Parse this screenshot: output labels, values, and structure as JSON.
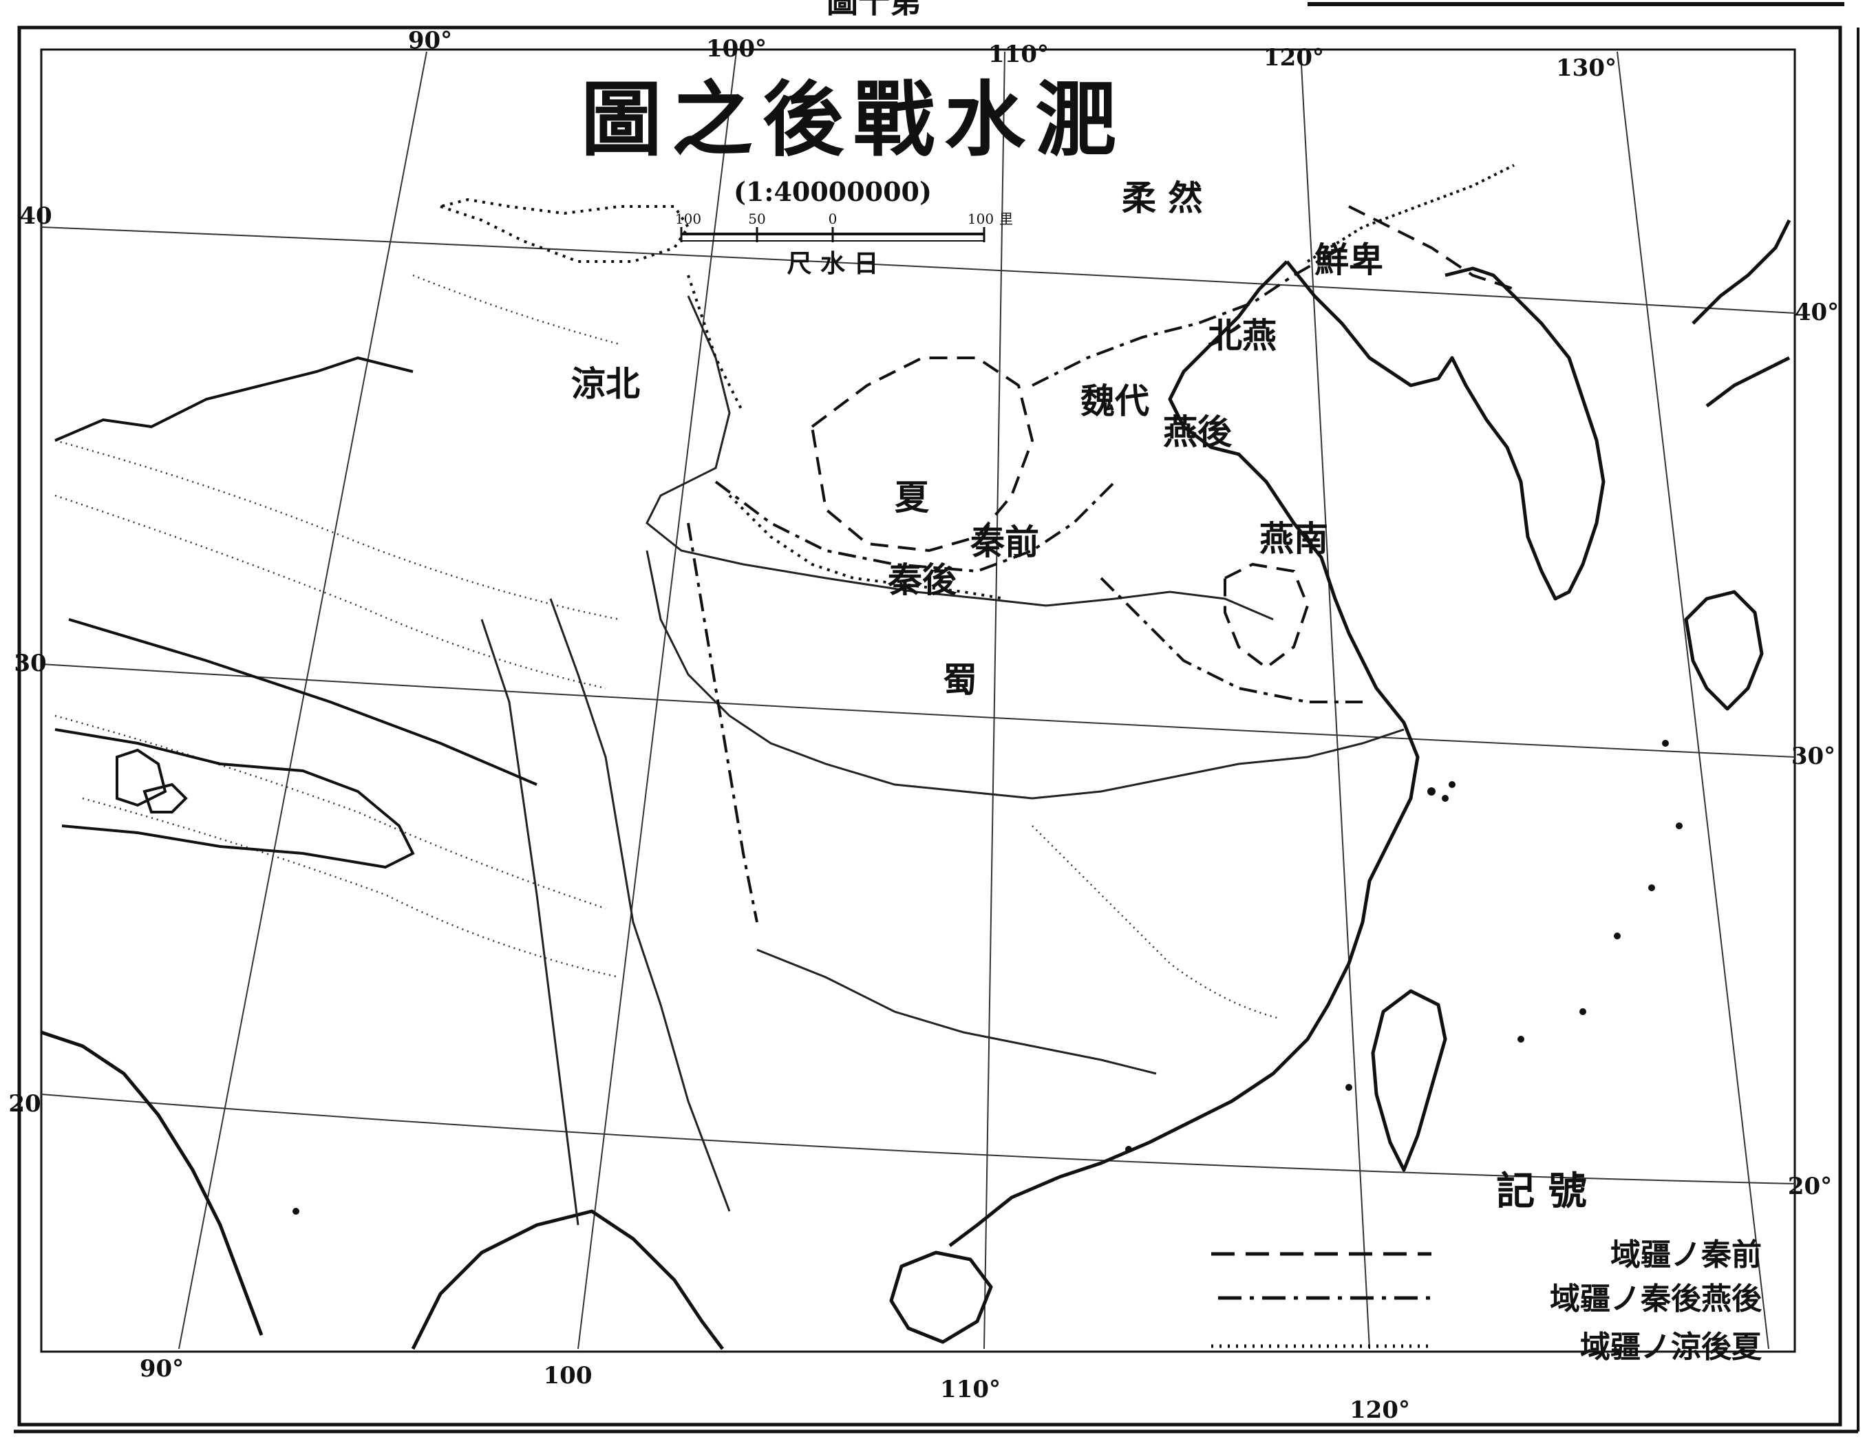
{
  "map": {
    "page_header": "圖十第",
    "title": "圖之後戰水淝",
    "scale_ratio": "(1:40000000)",
    "scale_bar": {
      "ticks": [
        "100",
        "50",
        "0",
        "100"
      ],
      "unit": "里",
      "caption": "尺 水 日"
    },
    "grid_labels": {
      "top": [
        "90°",
        "100°",
        "110°",
        "120°",
        "130°"
      ],
      "bottom": [
        "90°",
        "100",
        "110°",
        "120°"
      ],
      "left": [
        "40",
        "30",
        "20"
      ],
      "right": [
        "40°",
        "30°",
        "20°"
      ]
    },
    "state_labels": [
      {
        "name": "柔 然"
      },
      {
        "name": "鮮卑"
      },
      {
        "name": "北燕"
      },
      {
        "name": "涼北"
      },
      {
        "name": "魏代"
      },
      {
        "name": "燕後"
      },
      {
        "name": "夏"
      },
      {
        "name": "秦前"
      },
      {
        "name": "秦後"
      },
      {
        "name": "燕南"
      },
      {
        "name": "蜀"
      }
    ],
    "legend": {
      "heading": "記 號",
      "items": [
        {
          "style": "dashed",
          "text": "域疆ノ秦前"
        },
        {
          "style": "dashdot",
          "text": "域疆ノ秦後燕後"
        },
        {
          "style": "dotted",
          "text": "域疆ノ涼後夏"
        }
      ]
    },
    "colors": {
      "ink": "#111111",
      "paper": "#ffffff"
    }
  }
}
